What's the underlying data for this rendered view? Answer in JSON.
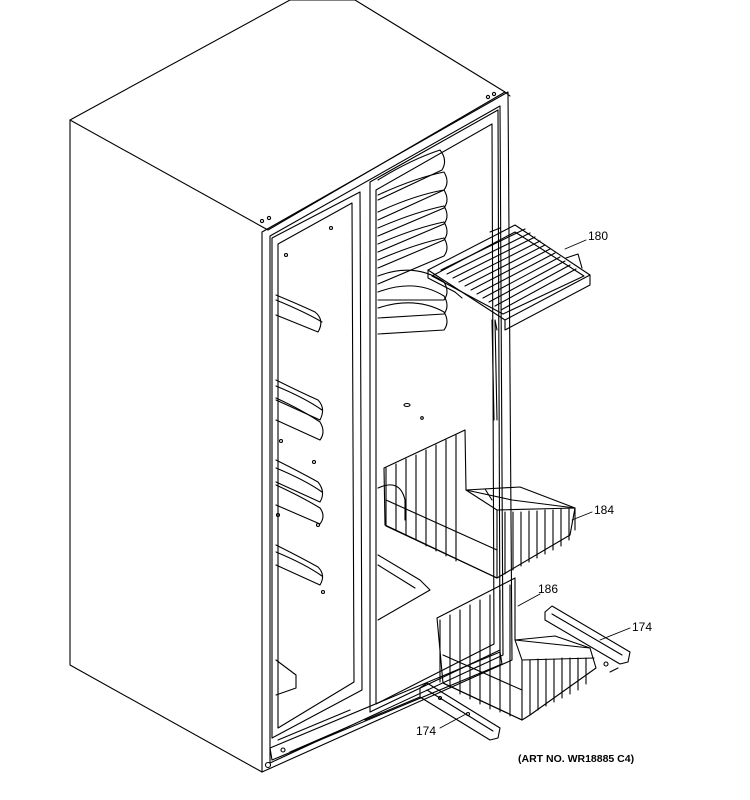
{
  "callouts": {
    "c180": "180",
    "c184": "184",
    "c186": "186",
    "c174_right": "174",
    "c174_left": "174"
  },
  "art_number": "(ART NO. WR18885 C4)",
  "colors": {
    "line": "#000000",
    "background": "#ffffff"
  }
}
